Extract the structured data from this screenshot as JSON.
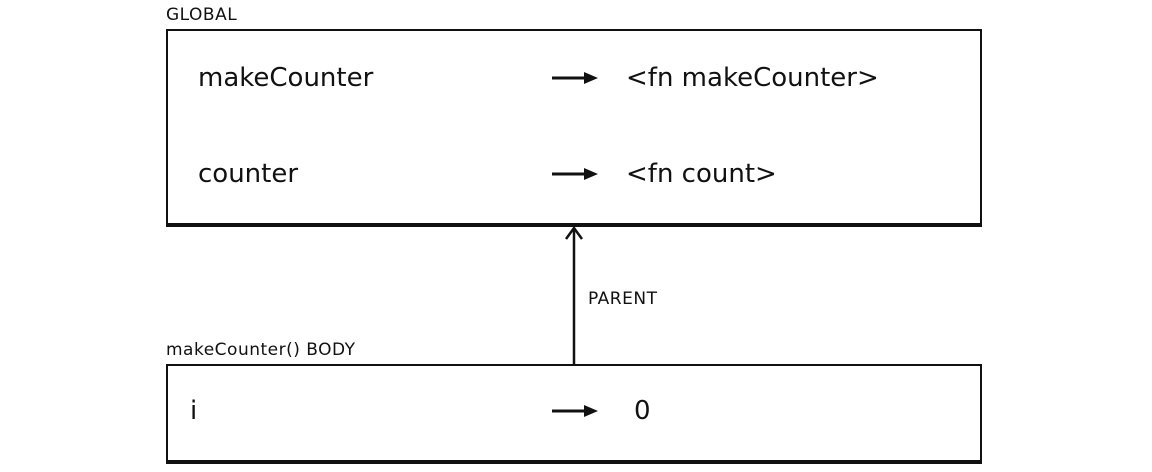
{
  "diagram": {
    "global": {
      "title": "GLOBAL",
      "rows": [
        {
          "name": "makeCounter",
          "value": "<fn makeCounter>"
        },
        {
          "name": "counter",
          "value": "<fn count>"
        }
      ]
    },
    "body": {
      "title": "makeCounter() BODY",
      "rows": [
        {
          "name": "i",
          "value": "0"
        }
      ]
    },
    "edge": {
      "label": "PARENT"
    }
  }
}
